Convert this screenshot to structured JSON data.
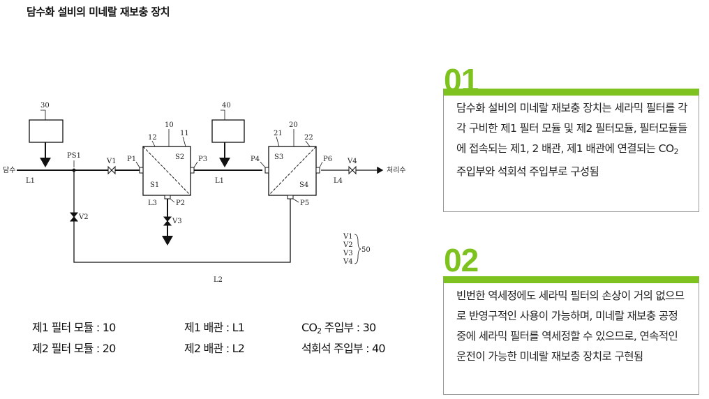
{
  "page_title": "담수화 설비의 미네랄 재보충 장치",
  "diagram": {
    "labels": {
      "inlet": "담수",
      "outlet": "처리수",
      "co2_unit": "30",
      "lime_unit": "40",
      "module1": "10",
      "module2": "20",
      "m1_left": "12",
      "m1_right": "11",
      "m2_left": "21",
      "m2_right": "22",
      "s1": "S1",
      "s2": "S2",
      "s3": "S3",
      "s4": "S4",
      "p1": "P1",
      "p2": "P2",
      "p3": "P3",
      "p4": "P4",
      "p5": "P5",
      "p6": "P6",
      "ps1": "PS1",
      "v1": "V1",
      "v2": "V2",
      "v3": "V3",
      "v4": "V4",
      "l1a": "L1",
      "l1b": "L1",
      "l2": "L2",
      "l3": "L3",
      "l4": "L4",
      "valve_list": [
        "V1",
        "V2",
        "V3",
        "V4"
      ],
      "valve_group": "50"
    }
  },
  "legend": {
    "col1": [
      "제1 필터 모듈 : 10",
      "제2 필터 모듈 : 20"
    ],
    "col2": [
      "제1 배관 : L1",
      "제2 배관 : L2"
    ],
    "col3_co2": "CO",
    "col3_co2_sub": "2",
    "col3_co2_rest": " 주입부 : 30",
    "col3_lime": "석회석 주입부 : 40"
  },
  "features": [
    {
      "number": "01",
      "text_before": "담수화 설비의 미네랄 재보충 장치는 세라믹 필터를 각각 구비한 제1 필터 모듈 및 제2 필터모듈, 필터모듈들에 접속되는 제1, 2 배관, 제1 배관에 연결되는 CO",
      "text_sub": "2",
      "text_after": " 주입부와 석회석 주입부로 구성됨"
    },
    {
      "number": "02",
      "text": "빈번한 역세정에도 세라믹 필터의 손상이 거의 없으므로 반영구적인 사용이 가능하며, 미네랄 재보충 공정 중에 세라믹 필터를 역세정할 수 있으므로, 연속적인 운전이 가능한 미네랄 재보충 장치로 구현됨"
    }
  ],
  "colors": {
    "accent": "#7dc21e",
    "border": "#9a9a9a"
  }
}
